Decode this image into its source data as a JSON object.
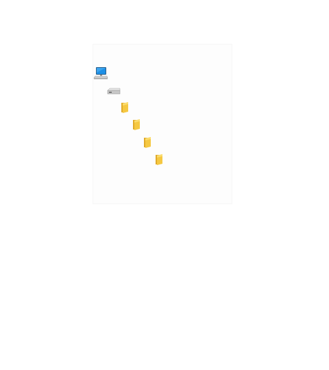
{
  "tree": {
    "nodes": [
      {
        "name": "computer",
        "label": "",
        "icon": "computer-icon"
      },
      {
        "name": "drive",
        "label": "",
        "icon": "drive-icon"
      },
      {
        "name": "folder-1",
        "label": "",
        "icon": "folder-icon"
      },
      {
        "name": "folder-2",
        "label": "",
        "icon": "folder-icon"
      },
      {
        "name": "folder-3",
        "label": "",
        "icon": "folder-icon"
      },
      {
        "name": "folder-4",
        "label": "",
        "icon": "folder-icon"
      }
    ]
  },
  "colors": {
    "monitor_screen": "#1e90e6",
    "folder_body": "#f5c842",
    "folder_front": "#fbdc6e",
    "drive_body": "#c8c8c8"
  }
}
